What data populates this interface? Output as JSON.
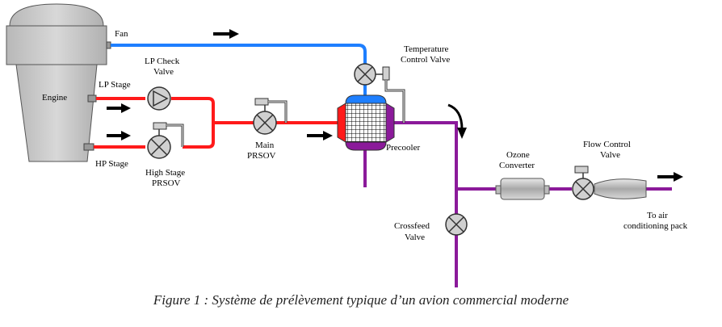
{
  "labels": {
    "fan": "Fan",
    "engine": "Engine",
    "lp_stage": "LP Stage",
    "hp_stage": "HP Stage",
    "lp_check_valve_1": "LP Check",
    "lp_check_valve_2": "Valve",
    "high_stage_prsov_1": "High Stage",
    "high_stage_prsov_2": "PRSOV",
    "main_prsov_1": "Main",
    "main_prsov_2": "PRSOV",
    "temperature_control_valve_1": "Temperature",
    "temperature_control_valve_2": "Control Valve",
    "precooler": "Precooler",
    "ozone_converter_1": "Ozone",
    "ozone_converter_2": "Converter",
    "flow_control_valve_1": "Flow Control",
    "flow_control_valve_2": "Valve",
    "crossfeed_valve_1": "Crossfeed",
    "crossfeed_valve_2": "Valve",
    "to_air_conditioning_1": "To air",
    "to_air_conditioning_2": "conditioning  pack"
  },
  "caption": "Figure 1 : Système de prélèvement typique d’un avion commercial moderne",
  "colors": {
    "fan_air": "#1e7fff",
    "hot_bleed": "#ff1a1a",
    "mixed_air": "#8b1a9a",
    "valve_fill": "#d0d0d0",
    "engine_fill": "#c8c8c8"
  }
}
